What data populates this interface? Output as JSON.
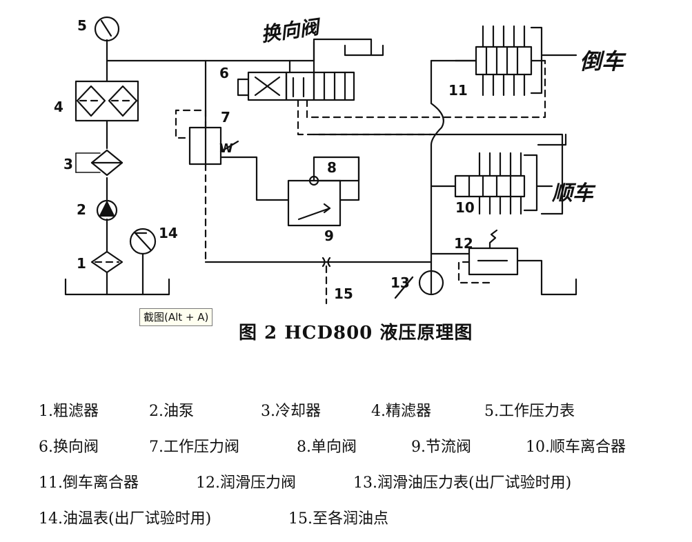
{
  "figure": {
    "caption": "图 2 HCD800 液压原理图",
    "tooltip": "截图(Alt + A)",
    "numbers": [
      "1",
      "2",
      "3",
      "4",
      "5",
      "6",
      "7",
      "8",
      "9",
      "10",
      "11",
      "12",
      "13",
      "14",
      "15"
    ],
    "handwritten": {
      "directional_valve": "换向阀",
      "reverse": "倒车",
      "forward": "顺车",
      "w_mark": "W"
    }
  },
  "legend": [
    [
      "1.粗滤器",
      "2.油泵",
      "3.冷却器",
      "4.精滤器",
      "5.工作压力表"
    ],
    [
      "6.换向阀",
      "7.工作压力阀",
      "8.单向阀",
      "9.节流阀",
      "10.顺车离合器"
    ],
    [
      "11.倒车离合器",
      "12.润滑压力阀",
      "13.润滑油压力表(出厂试验时用)"
    ],
    [
      "14.油温表(出厂试验时用)",
      "15.至各润油点"
    ]
  ]
}
